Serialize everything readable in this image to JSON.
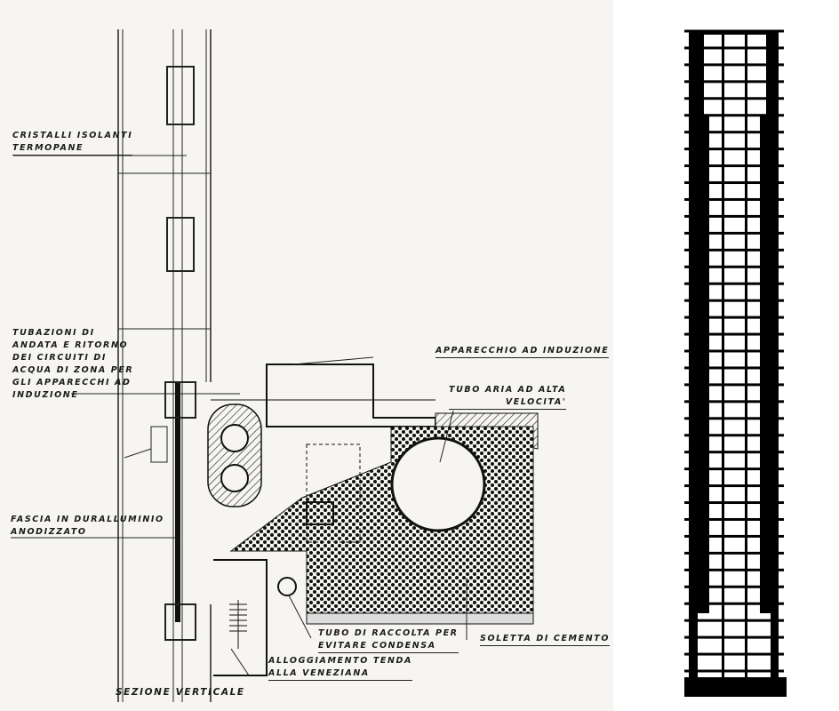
{
  "section_drawing": {
    "title": "SEZIONE VERTICALE",
    "labels": {
      "glass": [
        "CRISTALLI ISOLANTI",
        "TERMOPANE"
      ],
      "pipes": [
        "TUBAZIONI DI",
        "ANDATA E RITORNO",
        "DEI CIRCUITI DI",
        "ACQUA DI ZONA PER",
        "GLI APPARECCHI AD",
        "INDUZIONE"
      ],
      "fascia": [
        "FASCIA IN DURALLUMINIO",
        "ANODIZZATO"
      ],
      "induction_unit": "APPARECCHIO AD INDUZIONE",
      "air_duct": [
        "TUBO ARIA AD ALTA",
        "VELOCITA'"
      ],
      "drain_pipe": [
        "TUBO DI RACCOLTA PER",
        "EVITARE CONDENSA"
      ],
      "slab": "SOLETTA DI CEMENTO",
      "blind": [
        "ALLOGGIAMENTO TENDA",
        "ALLA VENEZIANA"
      ]
    }
  },
  "tower_elevation": {
    "floors": 38
  }
}
